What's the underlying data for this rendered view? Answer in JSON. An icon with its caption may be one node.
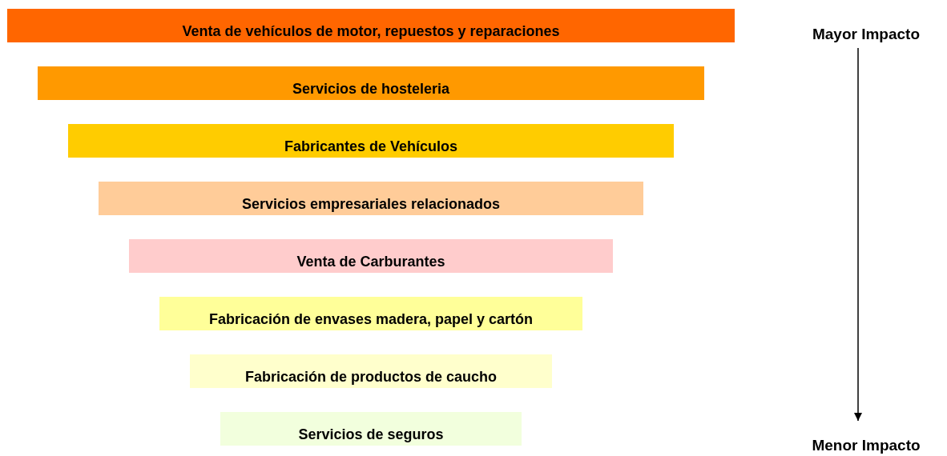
{
  "diagram": {
    "nodes": [
      {
        "text": [
          "Venta de vehículos de motor, repuestos y reparaciones"
        ]
      },
      {
        "text": [
          "Servicios de hosteleria"
        ]
      },
      {
        "text": [
          "Fabricantes de Vehículos"
        ]
      },
      {
        "text": [
          "Servicios empresariales relacionados"
        ]
      },
      {
        "text": [
          "Venta de Carburantes"
        ]
      },
      {
        "text": [
          "Fabricación de envases madera, papel y cartón"
        ]
      },
      {
        "text": [
          "Fabricación de productos de caucho"
        ]
      },
      {
        "text": [
          "Servicios de seguros"
        ]
      },
      {
        "text": [
          "Mayor Impacto"
        ]
      },
      {
        "text": [
          "Menor Impacto"
        ]
      }
    ],
    "edges": [
      {
        "from": 8,
        "to": 9,
        "arrow": "to"
      }
    ]
  }
}
